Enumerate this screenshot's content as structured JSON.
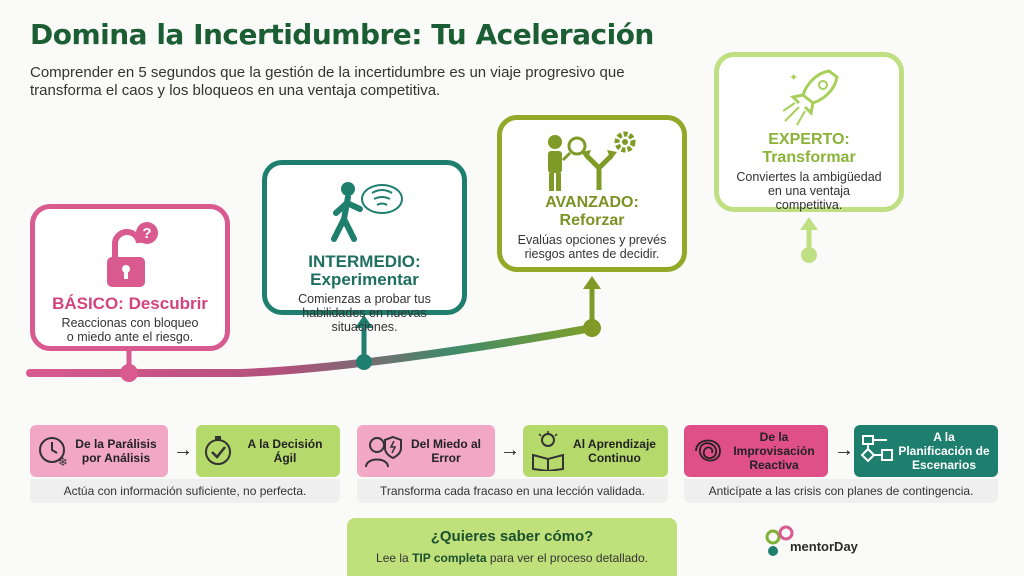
{
  "header": {
    "title": "Domina la Incertidumbre: Tu Aceleración",
    "subtitle": "Comprender en 5 segundos que la gestión de la incertidumbre es un viaje progresivo que transforma el caos y los bloqueos en una ventaja competitiva."
  },
  "levels": [
    {
      "label": "BÁSICO: Descubrir",
      "desc": "Reaccionas con bloqueo o miedo ante el riesgo.",
      "color": "#d85a8e",
      "icon": "lock-question-icon"
    },
    {
      "label": "INTERMEDIO: Experimentar",
      "desc": "Comienzas a probar tus habilidades en nuevas situaciones.",
      "color": "#1f7f6f",
      "icon": "person-walking-storm-icon"
    },
    {
      "label": "AVANZADO: Reforzar",
      "desc": "Evalúas opciones y prevés riesgos antes de decidir.",
      "color": "#92a928",
      "icon": "person-magnifier-gear-icon"
    },
    {
      "label": "EXPERTO: Transformar",
      "desc": "Conviertes la ambigüedad en una ventaja competitiva.",
      "color": "#bfe082",
      "icon": "rocket-icon"
    }
  ],
  "transitions": [
    {
      "from": "De la Parálisis por Análisis",
      "to": "A la Decisión Ágil",
      "note": "Actúa con información suficiente, no perfecta.",
      "from_icon": "clock-snowflake-icon",
      "to_icon": "stopwatch-check-icon"
    },
    {
      "from": "Del Miedo al Error",
      "to": "Al Aprendizaje Continuo",
      "note": "Transforma cada fracaso en una lección validada.",
      "from_icon": "person-shield-icon",
      "to_icon": "reader-lightbulb-icon"
    },
    {
      "from": "De la Improvisación Reactiva",
      "to": "A la Planificación de Escenarios",
      "note": "Anticípate a las crisis con planes de contingencia.",
      "from_icon": "tangle-icon",
      "to_icon": "flowchart-icon"
    }
  ],
  "cta": {
    "question": "¿Quieres saber cómo?",
    "line_before": "Lee la ",
    "line_bold": "TIP completa",
    "line_after": " para ver el proceso detallado."
  },
  "brand": {
    "name": "mentorDay"
  },
  "colors": {
    "title": "#1c5e34",
    "pink": "#d85a8e",
    "teal": "#1f7f6f",
    "olive": "#92a928",
    "lime": "#bfe082"
  }
}
